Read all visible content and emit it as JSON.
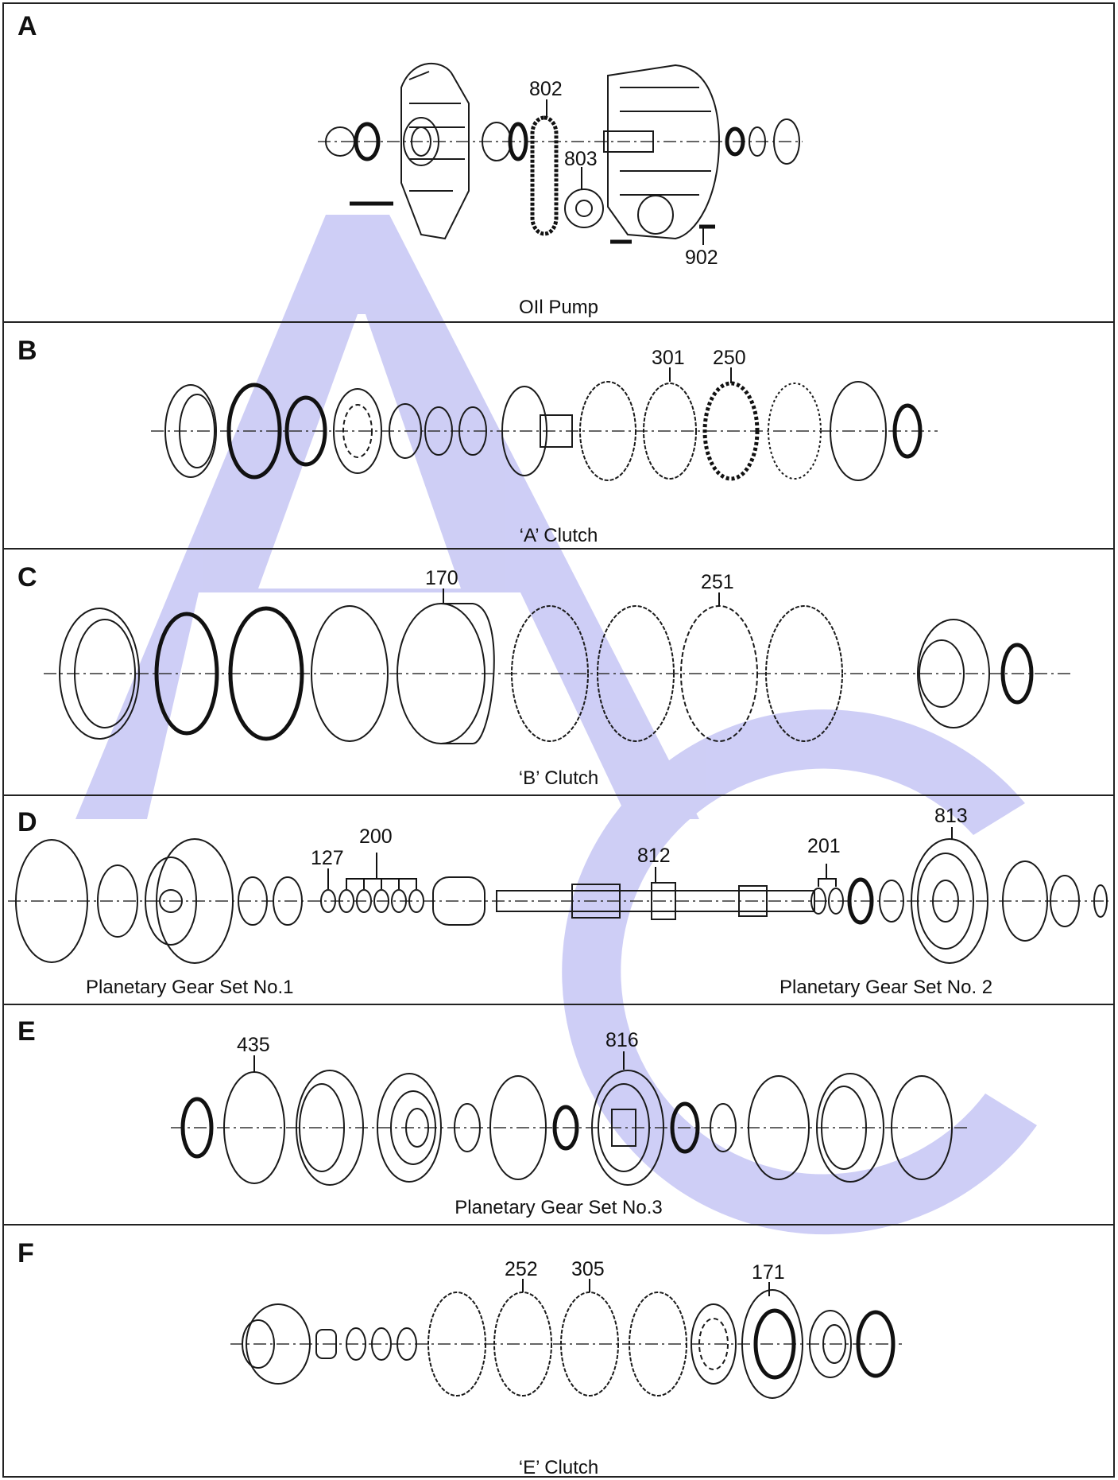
{
  "watermark": {
    "letters": "AC",
    "color": "#c9c9f5"
  },
  "colors": {
    "ink": "#1a1a1a",
    "background": "#ffffff"
  },
  "panels": [
    {
      "letter": "A",
      "caption": "OIl Pump",
      "callouts": [
        "802",
        "803",
        "902"
      ]
    },
    {
      "letter": "B",
      "caption": "‘A’ Clutch",
      "callouts": [
        "301",
        "250"
      ]
    },
    {
      "letter": "C",
      "caption": "‘B’ Clutch",
      "callouts": [
        "170",
        "251"
      ]
    },
    {
      "letter": "D",
      "caption_left": "Planetary Gear Set  No.1",
      "caption_right": "Planetary Gear Set No. 2",
      "callouts": [
        "127",
        "200",
        "812",
        "201",
        "813"
      ]
    },
    {
      "letter": "E",
      "caption": "Planetary Gear Set  No.3",
      "callouts": [
        "435",
        "816"
      ]
    },
    {
      "letter": "F",
      "caption": "‘E’ Clutch",
      "callouts": [
        "252",
        "305",
        "171"
      ]
    }
  ]
}
